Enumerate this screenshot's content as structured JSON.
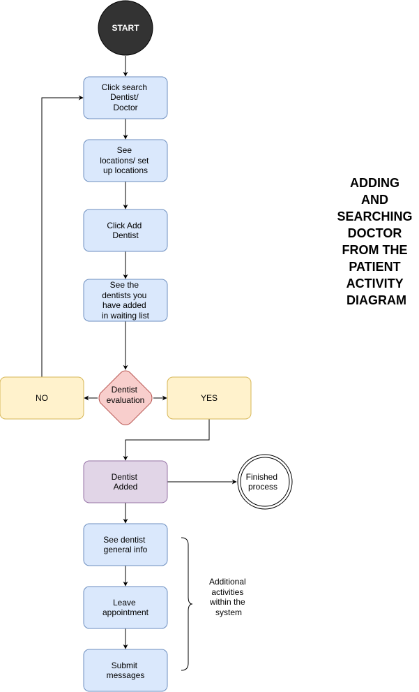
{
  "title_lines": [
    "ADDING",
    "AND",
    "SEARCHING",
    "DOCTOR",
    "FROM THE",
    "PATIENT",
    "ACTIVITY",
    "DIAGRAM"
  ],
  "start": "START",
  "steps": {
    "click_search": [
      "Click search",
      "Dentist/",
      "Doctor"
    ],
    "see_locations": [
      "See",
      "locations/ set",
      "up locations"
    ],
    "click_add": [
      "Click Add",
      "Dentist"
    ],
    "see_dentists": [
      "See the",
      "dentists you",
      "have added",
      "in waiting list"
    ],
    "evaluation": [
      "Dentist",
      "evaluation"
    ],
    "no": [
      "NO"
    ],
    "yes": [
      "YES"
    ],
    "dentist_added": [
      "Dentist",
      "Added"
    ],
    "finished": [
      "Finished",
      "process"
    ],
    "general_info": [
      "See dentist",
      "general info"
    ],
    "leave_appointment": [
      "Leave",
      "appointment"
    ],
    "submit_messages": [
      "Submit",
      "messages"
    ],
    "additional": [
      "Additional",
      "activities",
      "within the",
      "system"
    ]
  },
  "colors": {
    "blue_fill": "#dae8fc",
    "blue_stroke": "#6c8ebf",
    "yellow_fill": "#fff2cc",
    "yellow_stroke": "#d6b656",
    "red_fill": "#f8cecc",
    "red_stroke": "#b85450",
    "purple_fill": "#e1d5e7",
    "purple_stroke": "#9673a6",
    "start_fill": "#333333"
  }
}
